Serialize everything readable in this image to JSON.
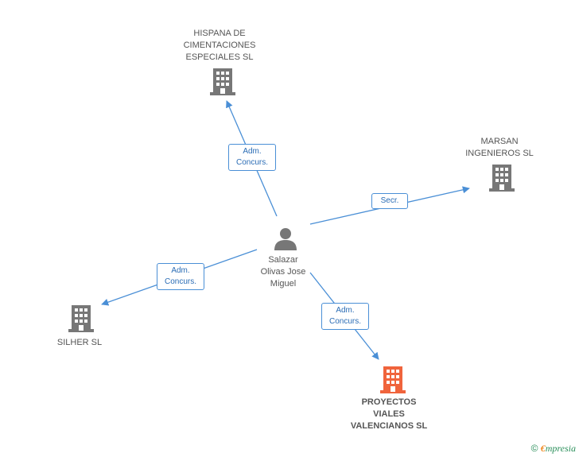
{
  "colors": {
    "edge": "#4a8fd6",
    "building": "#777777",
    "building_focus": "#f0643c",
    "person": "#777777"
  },
  "nodes": {
    "person": {
      "lines": [
        "Salazar",
        "Olivas Jose",
        "Miguel"
      ],
      "icon": "person-icon"
    },
    "hispana": {
      "lines": [
        "HISPANA DE",
        "CIMENTACIONES",
        "ESPECIALES SL"
      ],
      "icon": "building-icon"
    },
    "marsan": {
      "lines": [
        "MARSAN",
        "INGENIEROS SL"
      ],
      "icon": "building-icon"
    },
    "silher": {
      "lines": [
        "SILHER SL"
      ],
      "icon": "building-icon"
    },
    "proyectos": {
      "lines": [
        "PROYECTOS",
        "VIALES",
        "VALENCIANOS SL"
      ],
      "icon": "building-icon"
    }
  },
  "edges": {
    "hispana": {
      "lines": [
        "Adm.",
        "Concurs."
      ]
    },
    "marsan": {
      "lines": [
        "Secr."
      ]
    },
    "silher": {
      "lines": [
        "Adm.",
        "Concurs."
      ]
    },
    "proyectos": {
      "lines": [
        "Adm.",
        "Concurs."
      ]
    }
  },
  "footer": {
    "copyright": "©",
    "brand_e": "€",
    "brand_rest": "mpresia"
  }
}
